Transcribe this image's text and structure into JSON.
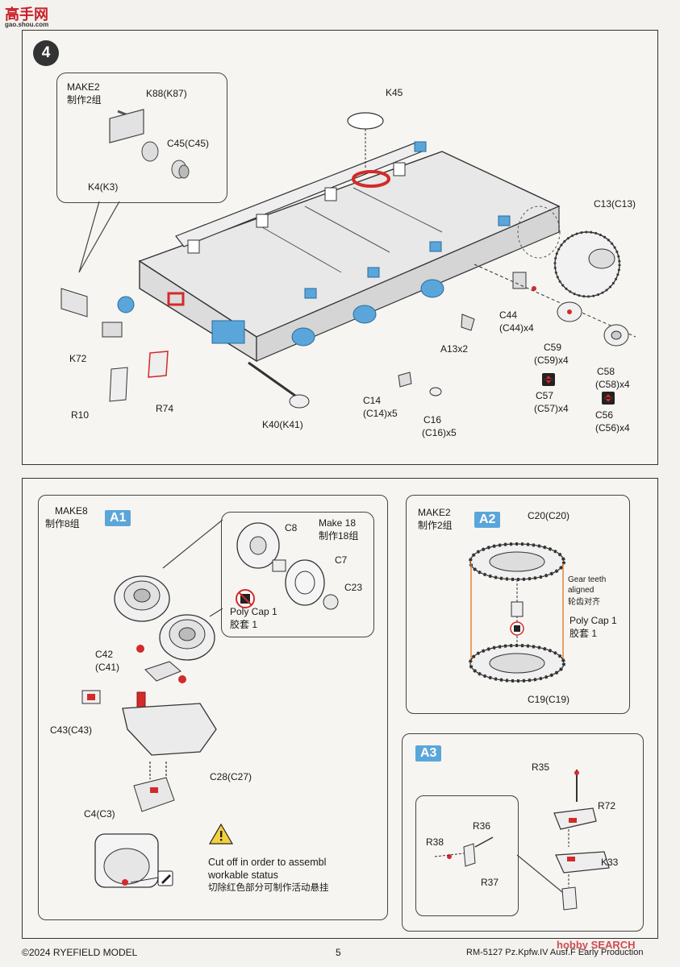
{
  "site_logo": {
    "text": "高手网",
    "sub": "gao.shou.com"
  },
  "step4": {
    "step_number": "4",
    "make_box": {
      "make": "MAKE2",
      "make_cn": "制作2组",
      "k88": "K88(K87)",
      "c45": "C45(C45)",
      "k4": "K4(K3)"
    },
    "labels": {
      "k45": "K45",
      "c13": "C13(C13)",
      "c44": "C44",
      "c44q": "(C44)x4",
      "a13": "A13x2",
      "c59": "C59",
      "c59q": "(C59)x4",
      "c58": "C58",
      "c58q": "(C58)x4",
      "c57": "C57",
      "c57q": "(C57)x4",
      "c56": "C56",
      "c56q": "(C56)x4",
      "k72": "K72",
      "r10": "R10",
      "r74": "R74",
      "k40": "K40(K41)",
      "c14": "C14",
      "c14q": "(C14)x5",
      "c16": "C16",
      "c16q": "(C16)x5"
    }
  },
  "a1": {
    "badge": "A1",
    "make": "MAKE8",
    "make_cn": "制作8组",
    "c8": "C8",
    "make18": "Make 18",
    "make18_cn": "制作18组",
    "c7": "C7",
    "c23": "C23",
    "poly": "Poly Cap 1",
    "poly_cn": "胶套 1",
    "c42": "C42",
    "c41": "(C41)",
    "c43": "C43(C43)",
    "c28": "C28(C27)",
    "c4": "C4(C3)",
    "warn1": "Cut off in order to assembl",
    "warn2": "workable status",
    "warn_cn": "切除红色部分可制作活动悬挂"
  },
  "a2": {
    "badge": "A2",
    "make": "MAKE2",
    "make_cn": "制作2组",
    "c20": "C20(C20)",
    "gear1": "Gear teeth",
    "gear2": "aligned",
    "gear_cn": "轮齿对齐",
    "poly": "Poly Cap 1",
    "poly_cn": "胶套 1",
    "c19": "C19(C19)"
  },
  "a3": {
    "badge": "A3",
    "r35": "R35",
    "r72": "R72",
    "r36": "R36",
    "r38": "R38",
    "r37": "R37",
    "k33": "K33"
  },
  "footer": {
    "copyright": "©2024 RYEFIELD MODEL",
    "page": "5",
    "product": "RM-5127 Pz.Kpfw.IV Ausf.F Early Production",
    "watermark": "hobby SEARCH"
  },
  "colors": {
    "accent_blue": "#5aa6db",
    "part_red": "#d42a2a",
    "badge_blue": "#5aa6db"
  }
}
